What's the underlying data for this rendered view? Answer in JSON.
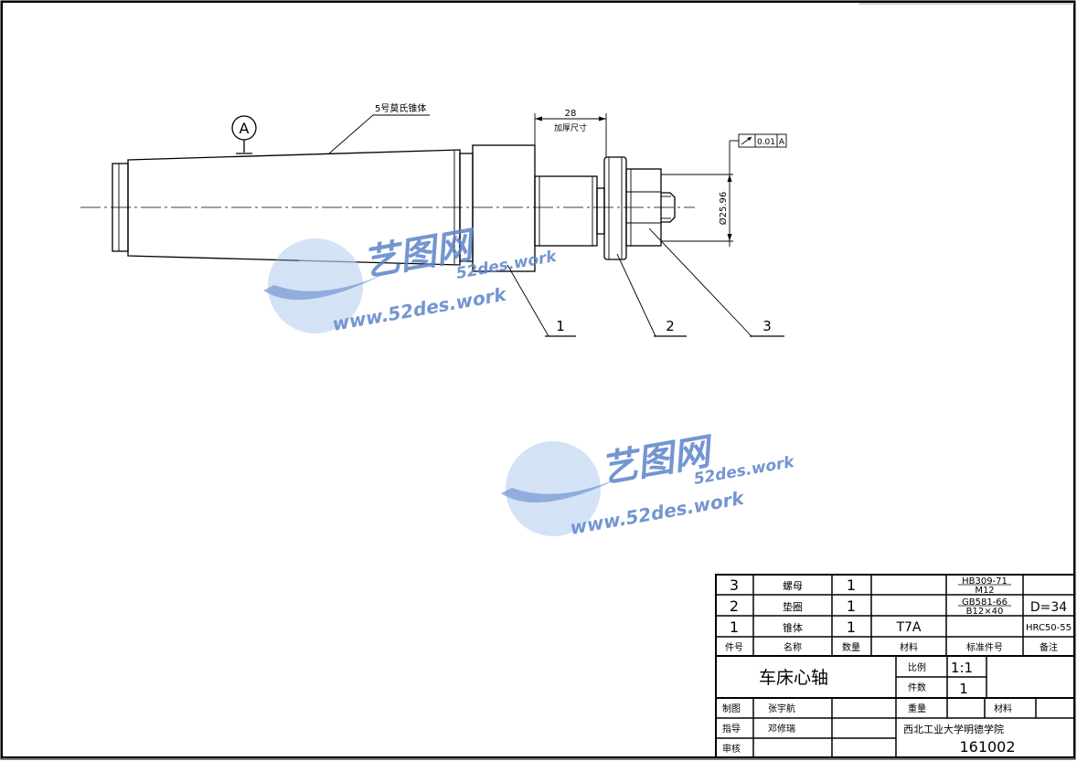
{
  "drawing": {
    "taper_note": "5号莫氏锥体",
    "datum_label": "A",
    "dim_length_value": "28",
    "dim_length_note": "加厚尺寸",
    "dim_diameter": "Ø25.96",
    "runout_value": "0.01",
    "runout_datum": "A",
    "callouts": [
      "1",
      "2",
      "3"
    ]
  },
  "watermark": {
    "logo_text": "艺图网",
    "url_short": "52des.work",
    "url_full": "www.52des.work"
  },
  "title_block": {
    "parts": [
      {
        "no": "3",
        "name": "螺母",
        "qty": "1",
        "material": "",
        "std_line1": "HB309-71",
        "std_line2": "M12",
        "remark": ""
      },
      {
        "no": "2",
        "name": "垫圈",
        "qty": "1",
        "material": "",
        "std_line1": "GB581-66",
        "std_line2": "B12×40",
        "remark": "D=34"
      },
      {
        "no": "1",
        "name": "锥体",
        "qty": "1",
        "material": "T7A",
        "std_line1": "",
        "std_line2": "",
        "remark": "HRC50-55"
      }
    ],
    "headers": {
      "no": "件号",
      "name": "名称",
      "qty": "数量",
      "material": "材料",
      "std": "标准件号",
      "remark": "备注"
    },
    "drawing_name": "车床心轴",
    "scale_label": "比例",
    "scale_value": "1:1",
    "count_label": "件数",
    "count_value": "1",
    "weight_label": "重量",
    "material_label": "材料",
    "drawn_label": "制图",
    "drawn_by": "张宇航",
    "guide_label": "指导",
    "guide_by": "邓修瑞",
    "review_label": "审核",
    "school": "西北工业大学明德学院",
    "drawing_no": "161002"
  }
}
